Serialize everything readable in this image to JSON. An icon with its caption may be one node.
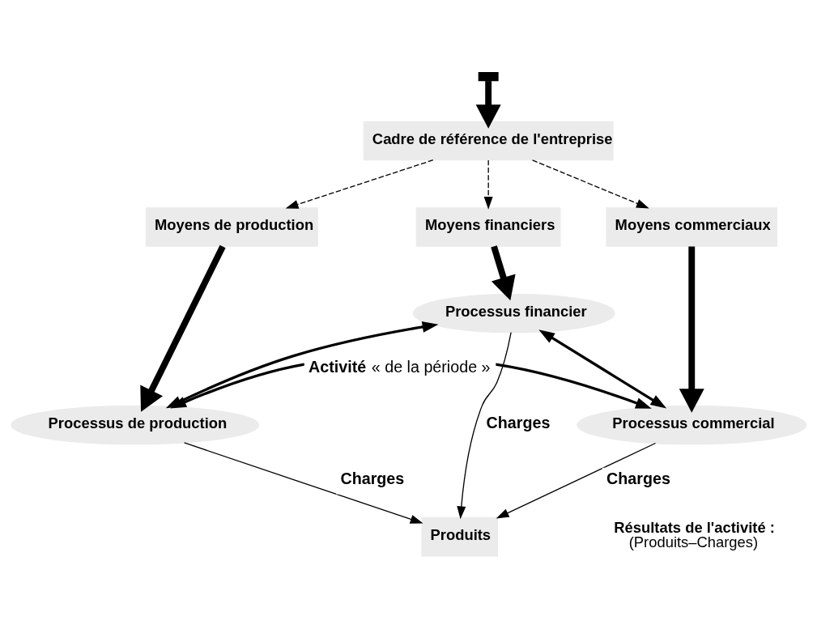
{
  "diagram": {
    "nodes": [
      {
        "text": [
          "Cadre de référence de l'entreprise"
        ]
      },
      {
        "text": [
          "Moyens de production"
        ]
      },
      {
        "text": [
          "Moyens financiers"
        ]
      },
      {
        "text": [
          "Moyens commerciaux"
        ]
      },
      {
        "text": [
          "Processus financier"
        ]
      },
      {
        "text": [
          "Produits"
        ]
      },
      {
        "text": [
          "Processus de production"
        ]
      },
      {
        "text": [
          "Processus commercial"
        ]
      },
      {
        "text": [
          "Résultats de l'activité :",
          "(Produits–Charges)"
        ]
      }
    ],
    "edges": [
      {
        "from": 0,
        "to": 1,
        "arrow": "to",
        "style": "dashed"
      },
      {
        "from": 0,
        "to": 2,
        "arrow": "to",
        "style": "dashed"
      },
      {
        "from": 0,
        "to": 3,
        "arrow": "to",
        "style": "dashed"
      },
      {
        "from": 1,
        "to": 6,
        "arrow": "to",
        "style": "thick"
      },
      {
        "from": 2,
        "to": 4,
        "arrow": "to",
        "style": "thick"
      },
      {
        "from": 3,
        "to": 7,
        "arrow": "to",
        "style": "thick"
      },
      {
        "from": 4,
        "to": 6,
        "arrow": "both"
      },
      {
        "from": 4,
        "to": 7,
        "arrow": "both"
      },
      {
        "from": 4,
        "to": 5,
        "arrow": "to",
        "label": "Charges"
      },
      {
        "from": 6,
        "to": 5,
        "arrow": "to",
        "label": "Charges"
      },
      {
        "from": 7,
        "to": 5,
        "arrow": "to",
        "label": "Charges"
      },
      {
        "from": 6,
        "to": 7,
        "arrow": "both",
        "label": "**Activité** « de la période »"
      },
      {
        "from": null,
        "to": 0,
        "arrow": "to",
        "style": "thick"
      }
    ]
  }
}
